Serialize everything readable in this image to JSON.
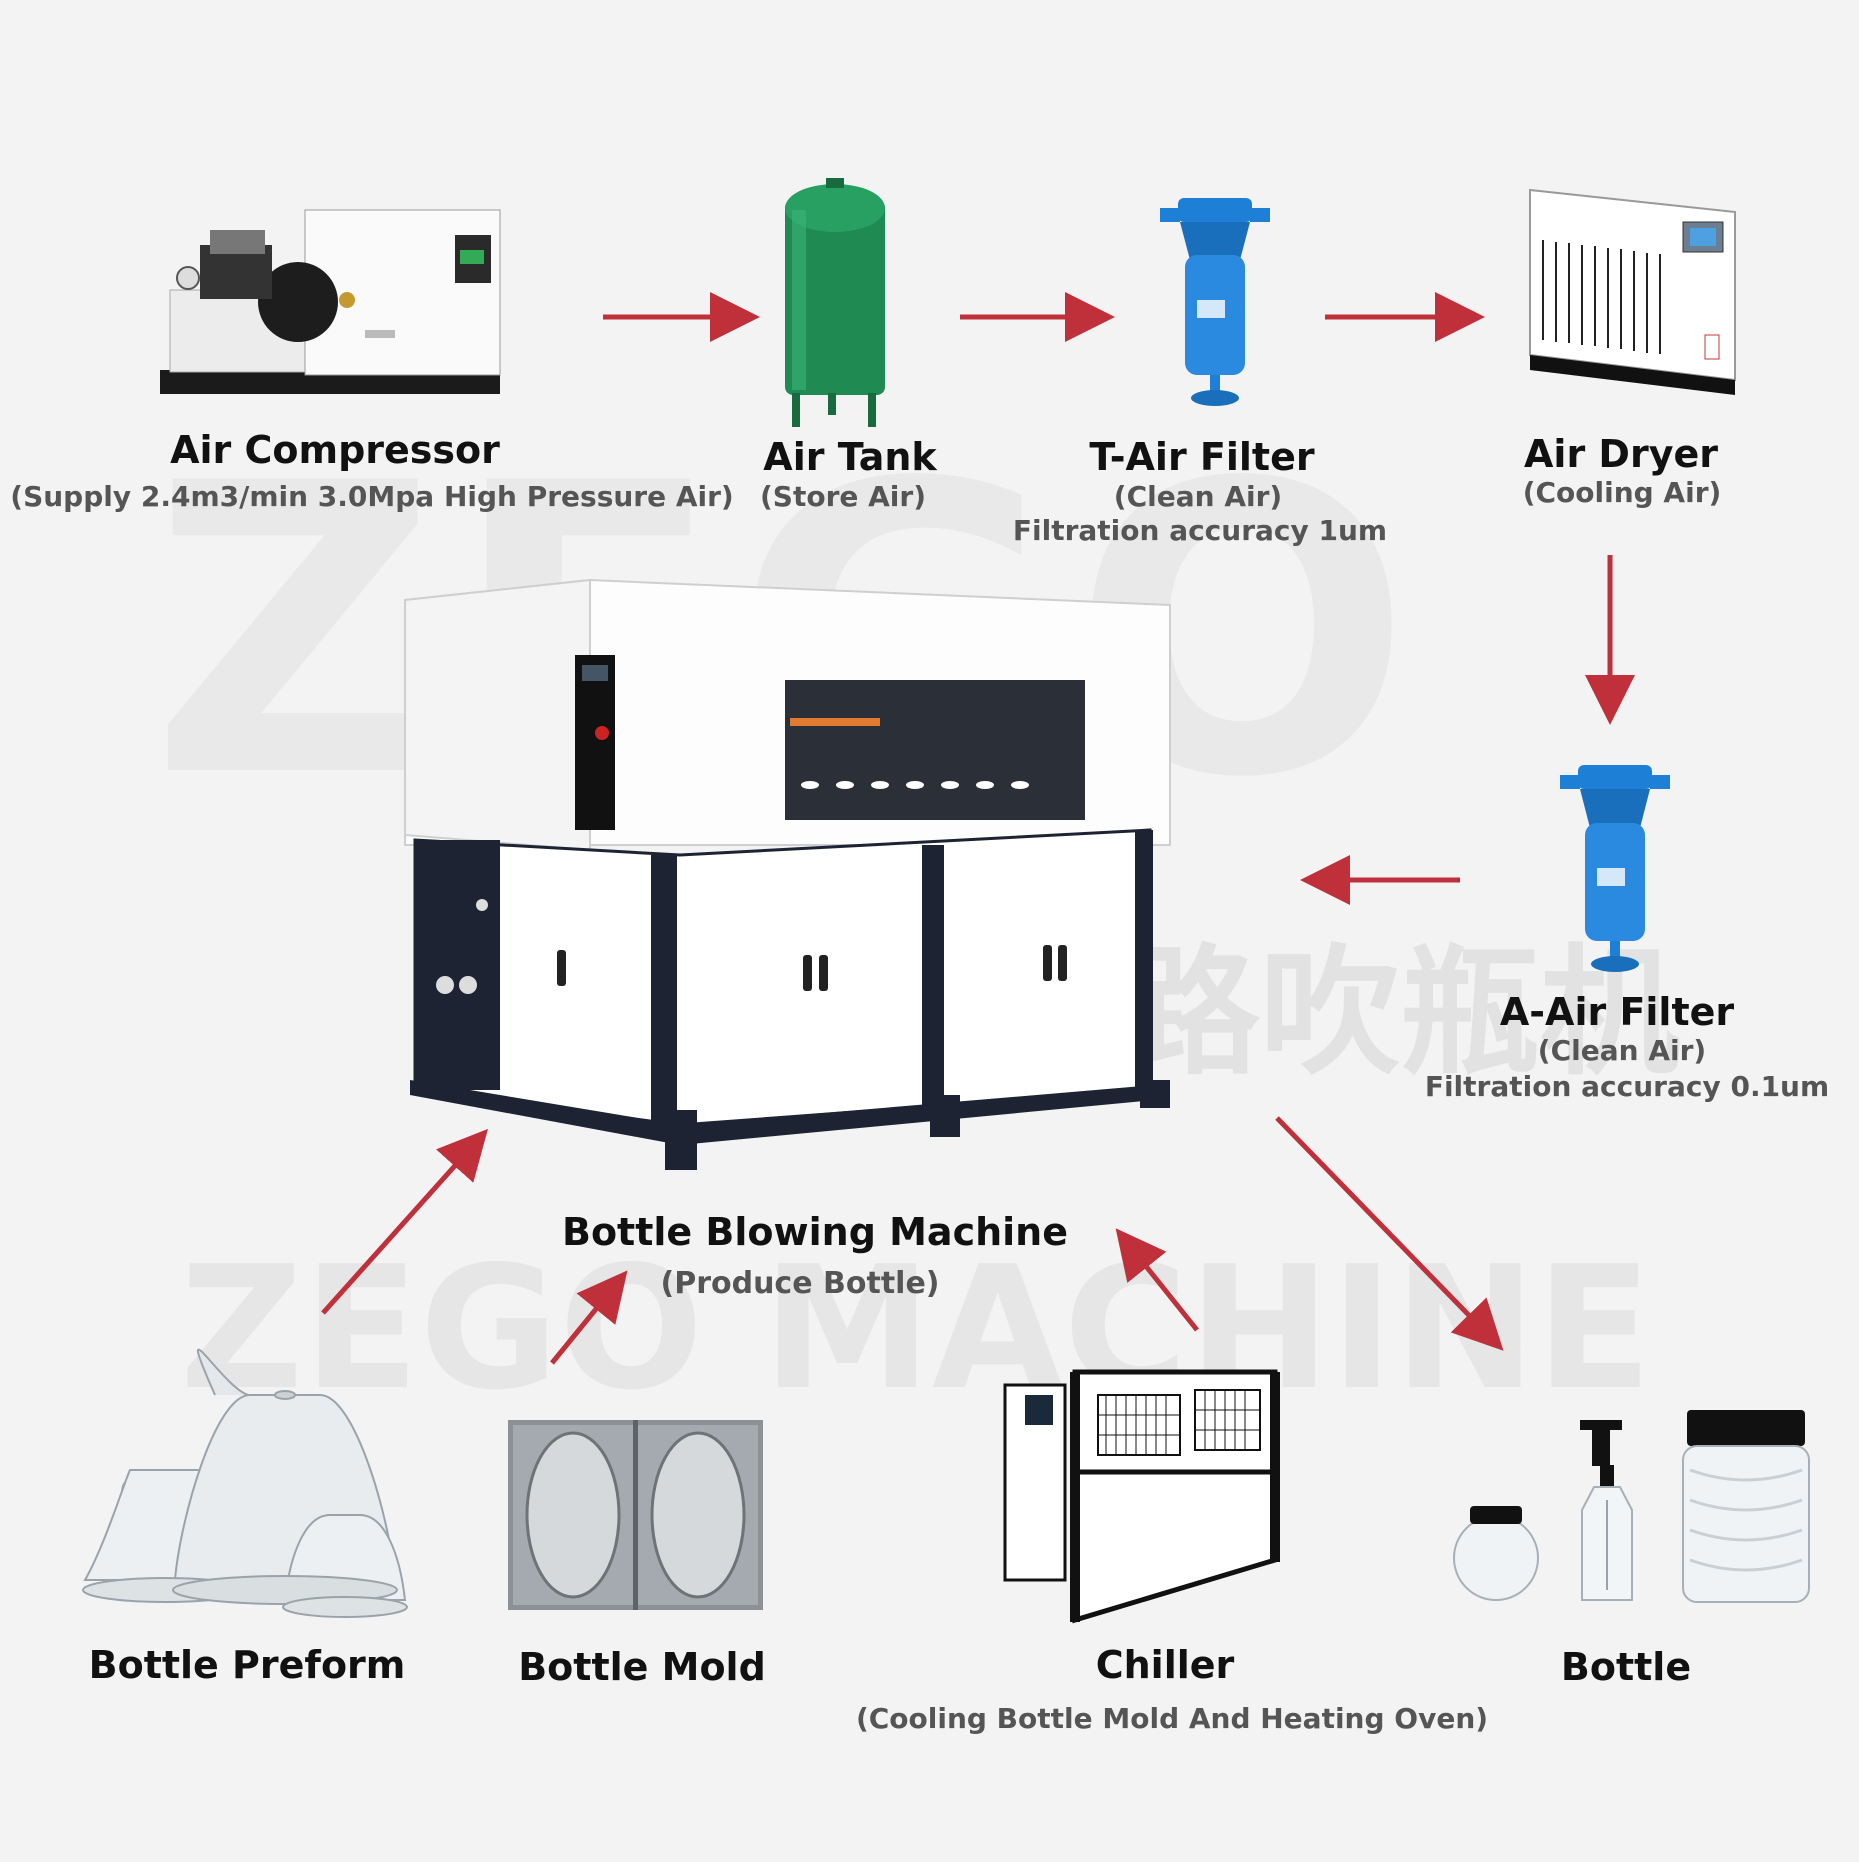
{
  "watermark": {
    "brand": "ZEGO MACHINE",
    "logo_text": "ZEGO",
    "cn_text": "路吹瓶机"
  },
  "nodes": {
    "air_compressor": {
      "title": "Air Compressor",
      "subtitle": "(Supply 2.4m3/min 3.0Mpa High Pressure Air)"
    },
    "air_tank": {
      "title": "Air Tank",
      "subtitle": "(Store Air)"
    },
    "t_air_filter": {
      "title": "T-Air Filter",
      "subtitle": "(Clean Air)",
      "note": "Filtration accuracy 1um"
    },
    "air_dryer": {
      "title": "Air Dryer",
      "subtitle": "(Cooling Air)"
    },
    "a_air_filter": {
      "title": "A-Air Filter",
      "subtitle": "(Clean Air)",
      "note": "Filtration accuracy 0.1um"
    },
    "bottle_blowing_machine": {
      "title": "Bottle Blowing Machine",
      "subtitle": "(Produce Bottle)"
    },
    "bottle_preform": {
      "title": "Bottle Preform"
    },
    "bottle_mold": {
      "title": "Bottle Mold"
    },
    "chiller": {
      "title": "Chiller",
      "subtitle": "(Cooling Bottle Mold And Heating Oven)"
    },
    "bottle": {
      "title": "Bottle"
    }
  },
  "colors": {
    "arrow": "#c0303a",
    "tank": "#1f8a52",
    "filter": "#1e7fd6",
    "frame": "#1d2333",
    "text": "#111111",
    "subtext": "#555555"
  },
  "icons": [
    "compressor-icon",
    "tank-icon",
    "filter-icon",
    "dryer-icon",
    "machine-icon",
    "preform-icon",
    "mold-icon",
    "chiller-icon",
    "bottle-icon"
  ]
}
